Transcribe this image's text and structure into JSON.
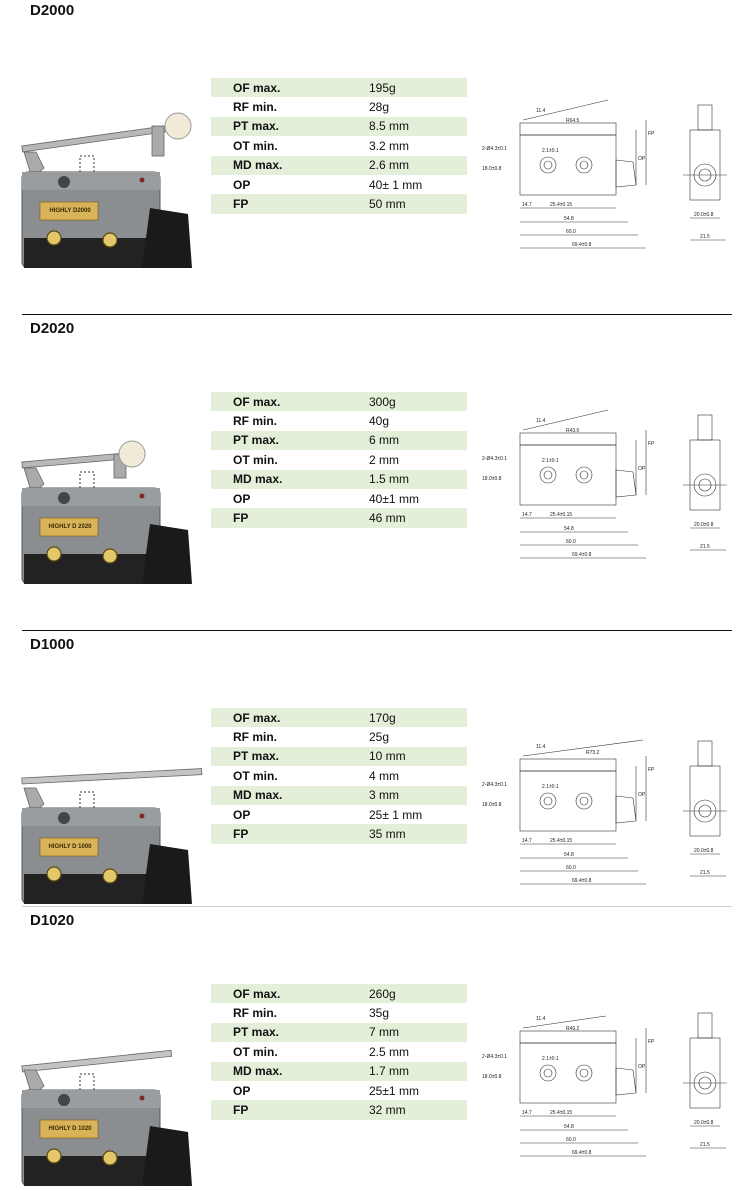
{
  "labels": [
    "OF max.",
    "RF min.",
    "PT max.",
    "OT min.",
    "MD max.",
    "OP",
    "FP"
  ],
  "products": [
    {
      "model": "D2000",
      "switch_brand": "HIGHLY",
      "switch_model": "D2000",
      "specs": [
        "195g",
        "28g",
        "8.5 mm",
        "3.2 mm",
        "2.6 mm",
        "40± 1 mm",
        "50 mm"
      ],
      "radius_label": "R64.5"
    },
    {
      "model": "D2020",
      "switch_brand": "HIGHLY",
      "switch_model": "D 2020",
      "specs": [
        "300g",
        "40g",
        "6 mm",
        "2 mm",
        "1.5 mm",
        "40±1 mm",
        "46 mm"
      ],
      "radius_label": "R43.0"
    },
    {
      "model": "D1000",
      "switch_brand": "HIGHLY",
      "switch_model": "D 1000",
      "specs": [
        "170g",
        "25g",
        "10 mm",
        "4 mm",
        "3 mm",
        "25± 1 mm",
        "35 mm"
      ],
      "radius_label": "R73.2"
    },
    {
      "model": "D1020",
      "switch_brand": "HIGHLY",
      "switch_model": "D 1020",
      "specs": [
        "260g",
        "35g",
        "7 mm",
        "2.5 mm",
        "1.7 mm",
        "25±1 mm",
        "32 mm"
      ],
      "radius_label": "R49.2"
    }
  ],
  "dimensions": {
    "d1": "11.4",
    "hole": "2-Ø4.3±0.1",
    "pitch_small": "2.1±0.1",
    "height": "18.0±0.8",
    "d2": "14.7",
    "d3": "25.4±0.15",
    "d4": "54.8",
    "d5": "60.0",
    "d6": "69.4±0.8",
    "op": "OP",
    "fp": "FP",
    "side_w1": "20.0±0.8",
    "side_w2": "21.5"
  }
}
